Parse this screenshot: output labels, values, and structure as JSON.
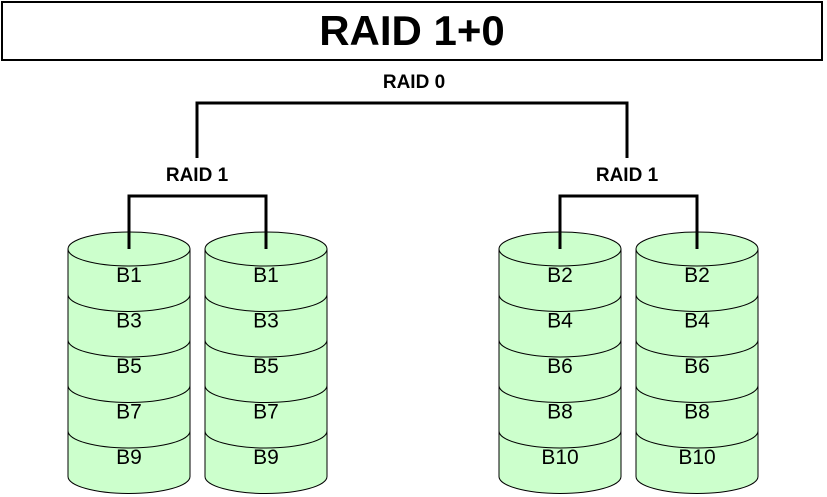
{
  "title": "RAID 1+0",
  "stripe_label": "RAID 0",
  "colors": {
    "disk_fill": "#ccffcc",
    "line": "#000000",
    "border": "#000000"
  },
  "mirrors": [
    {
      "label": "RAID 1",
      "disks": [
        {
          "blocks": [
            "B1",
            "B3",
            "B5",
            "B7",
            "B9"
          ]
        },
        {
          "blocks": [
            "B1",
            "B3",
            "B5",
            "B7",
            "B9"
          ]
        }
      ]
    },
    {
      "label": "RAID 1",
      "disks": [
        {
          "blocks": [
            "B2",
            "B4",
            "B6",
            "B8",
            "B10"
          ]
        },
        {
          "blocks": [
            "B2",
            "B4",
            "B6",
            "B8",
            "B10"
          ]
        }
      ]
    }
  ]
}
